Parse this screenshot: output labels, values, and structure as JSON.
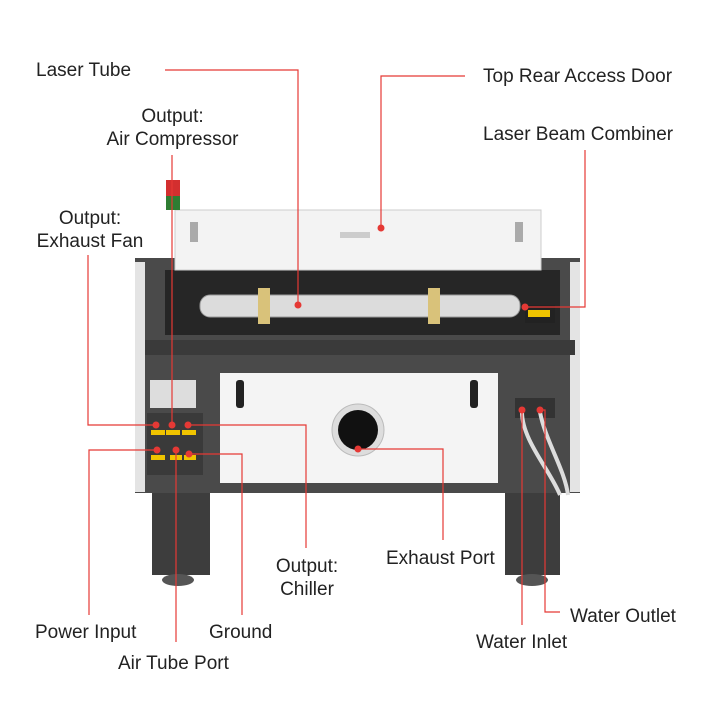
{
  "labels": {
    "laser_tube": "Laser Tube",
    "air_compressor_1": "Output:",
    "air_compressor_2": "Air Compressor",
    "exhaust_fan_1": "Output:",
    "exhaust_fan_2": "Exhaust Fan",
    "top_rear_access_door": "Top Rear Access Door",
    "laser_beam_combiner": "Laser Beam Combiner",
    "chiller_1": "Output:",
    "chiller_2": "Chiller",
    "exhaust_port": "Exhaust Port",
    "power_input": "Power Input",
    "ground": "Ground",
    "air_tube_port": "Air Tube Port",
    "water_outlet": "Water Outlet",
    "water_inlet": "Water Inlet"
  },
  "colors": {
    "leader": "#e53935",
    "body": "#4a4a4a",
    "panel": "#f2f2f2"
  }
}
